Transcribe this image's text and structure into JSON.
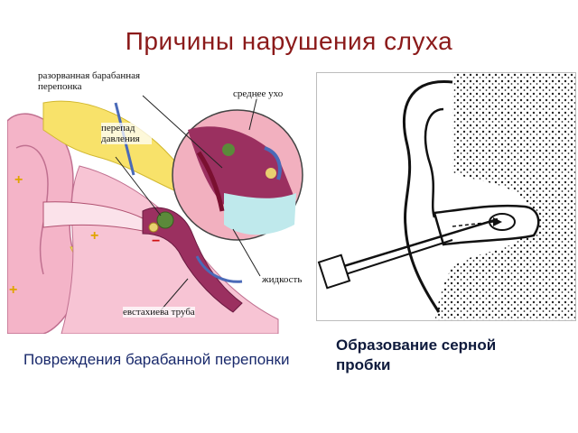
{
  "title": "Причины нарушения слуха",
  "left_diagram": {
    "labels": {
      "ruptured_membrane": "разорванная барабанная перепонка",
      "middle_ear": "среднее ухо",
      "pressure_drop": "перепад давления",
      "fluid": "жидкость",
      "eustachian_tube": "евстахиева труба"
    },
    "signs": {
      "plus": "+",
      "minus": "−"
    }
  },
  "captions": {
    "left": "Повреждения барабанной перепонки",
    "right": "Образование серной пробки"
  },
  "colors": {
    "title": "#8b1a1a",
    "caption": "#1a2a6c",
    "skin": "#f4b4c8",
    "cartilage": "#f8e26a",
    "tube": "#9b3060",
    "fluid": "#bfe9ec"
  }
}
